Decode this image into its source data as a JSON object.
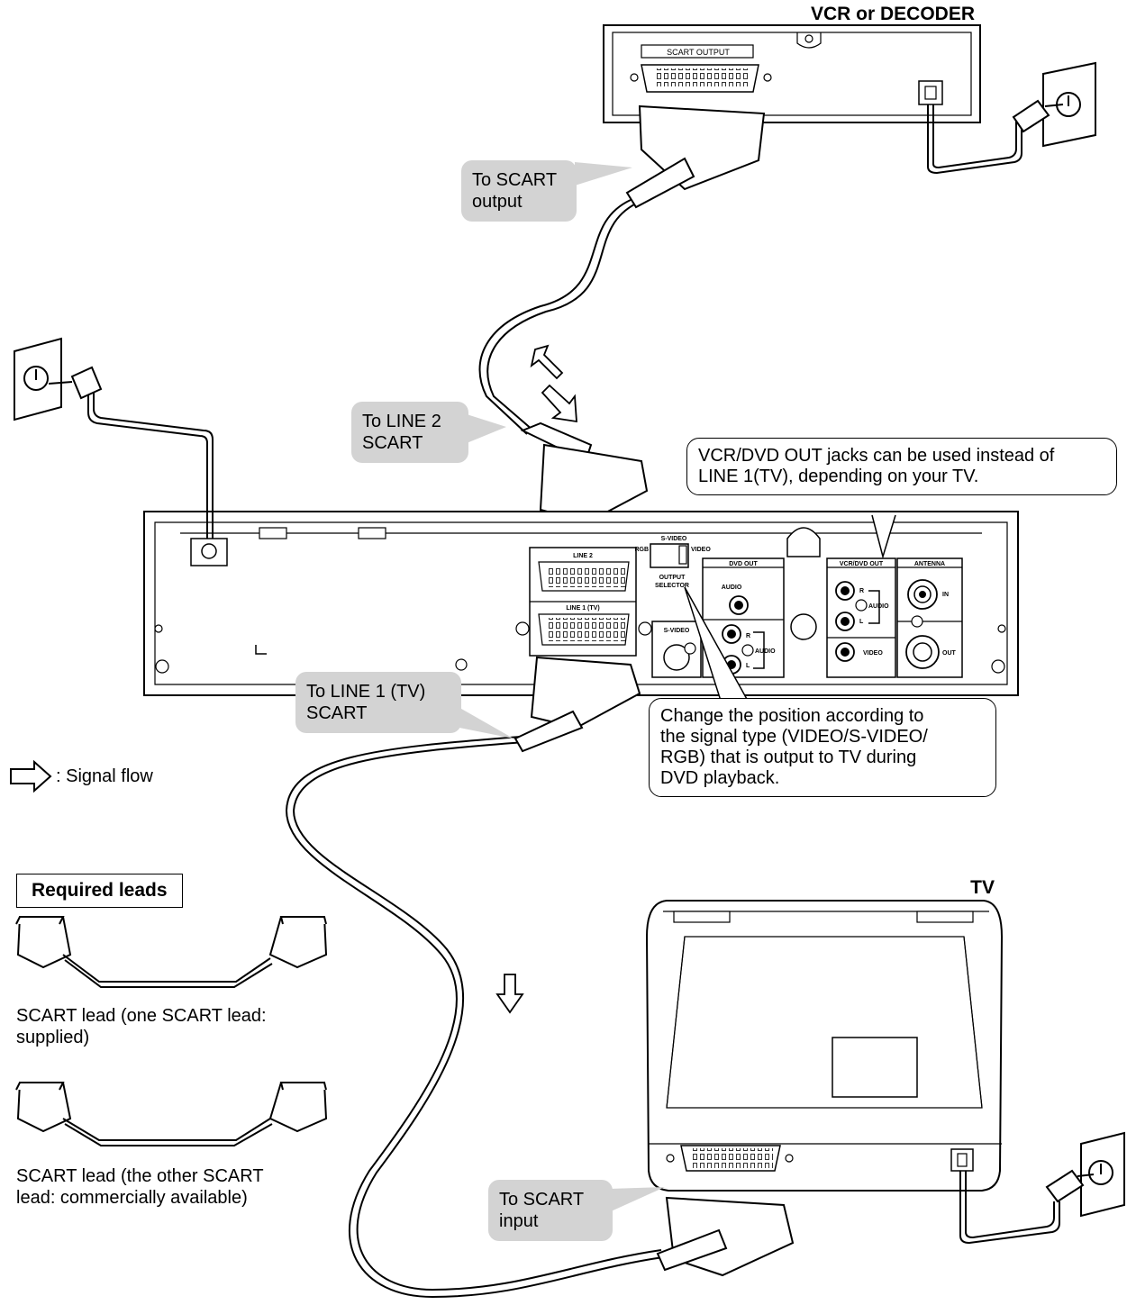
{
  "devices": {
    "vcr": {
      "title": "VCR or DECODER",
      "scart_label": "SCART OUTPUT"
    },
    "tv": {
      "title": "TV"
    },
    "recorder": {
      "line2": "LINE 2",
      "line1": "LINE 1 (TV)",
      "s_video_top": "S-VIDEO",
      "rgb": "RGB",
      "video_sel": "VIDEO",
      "output": "OUTPUT",
      "selector": "SELECTOR",
      "dvd_out": "DVD OUT",
      "audio": "AUDIO",
      "s_video": "S-VIDEO",
      "r": "R",
      "l": "L",
      "vcr_dvd_out": "VCR/DVD OUT",
      "antenna": "ANTENNA",
      "video": "VIDEO",
      "in": "IN",
      "out": "OUT"
    }
  },
  "bubbles": {
    "to_scart_output": "To SCART\noutput",
    "to_line2": "To LINE 2\nSCART",
    "to_line1": "To LINE 1 (TV)\nSCART",
    "to_scart_input": "To SCART\ninput"
  },
  "callouts": {
    "vcr_dvd_out": "VCR/DVD OUT jacks can be used instead of\nLINE 1(TV), depending on your TV.",
    "selector": "Change the position according to\nthe signal type (VIDEO/S-VIDEO/\nRGB) that is output to TV during\nDVD playback."
  },
  "legend": {
    "signal_flow": ": Signal flow"
  },
  "required": {
    "heading": "Required leads",
    "lead1": "SCART lead (one SCART lead:\nsupplied)",
    "lead2": "SCART lead (the other SCART\nlead: commercially available)"
  }
}
